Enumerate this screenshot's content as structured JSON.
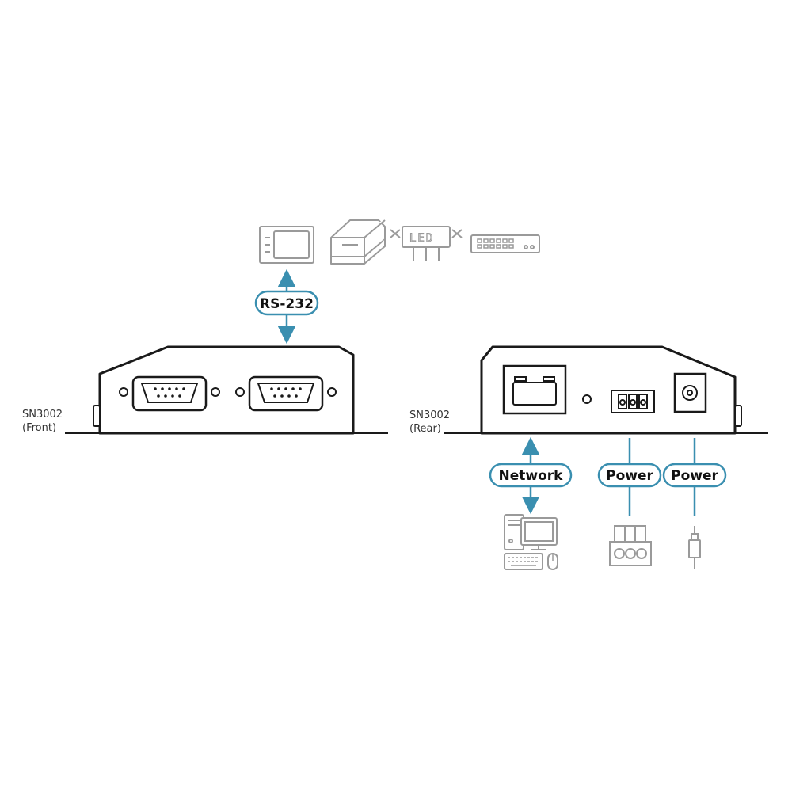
{
  "front_label": {
    "line1": "SN3002",
    "line2": "(Front)"
  },
  "rear_label": {
    "line1": "SN3002",
    "line2": "(Rear)"
  },
  "labels": {
    "rs232": "RS-232",
    "network": "Network",
    "power_terminal": "Power",
    "power_dc": "Power"
  },
  "led_sign_text": "LED",
  "colors": {
    "accent": "#3a8fb0",
    "device_outline": "#1a1a1a",
    "peripheral": "#9a9a9a"
  },
  "icons": {
    "rs232_devices": [
      "touch-panel-icon",
      "projector-icon",
      "led-sign-icon",
      "switcher-icon"
    ],
    "network": "computer-icon",
    "power_terminal": "terminal-block-plug-icon",
    "power_dc": "dc-jack-plug-icon"
  }
}
